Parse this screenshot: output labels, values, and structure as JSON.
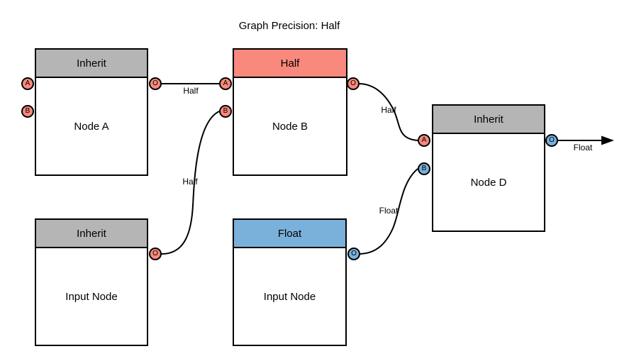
{
  "title": "Graph Precision: Half",
  "colors": {
    "inherit": "#B5B5B5",
    "half": "#F8897C",
    "float": "#79B1DB",
    "stroke": "#000000",
    "background": "#FFFFFF"
  },
  "nodes": [
    {
      "name": "Node A",
      "precision": "Inherit",
      "ports": {
        "a": "A",
        "b": "B",
        "out": "O"
      }
    },
    {
      "name": "Node B",
      "precision": "Half",
      "ports": {
        "a": "A",
        "b": "B",
        "out": "O"
      }
    },
    {
      "name": "Node D",
      "precision": "Inherit",
      "ports": {
        "a": "A",
        "b": "B",
        "out": "O"
      }
    },
    {
      "name": "Input Node",
      "precision": "Inherit",
      "ports": {
        "out": "O"
      }
    },
    {
      "name": "Input Node",
      "precision": "Float",
      "ports": {
        "out": "O"
      }
    }
  ],
  "edges": [
    {
      "label": "Half",
      "from": "node-a-output",
      "to": "node-b-input-a"
    },
    {
      "label": "Half",
      "from": "input-node-inherit-output",
      "to": "node-b-input-b"
    },
    {
      "label": "Half",
      "from": "node-b-output",
      "to": "node-d-input-a"
    },
    {
      "label": "Float",
      "from": "input-node-float-output",
      "to": "node-d-input-b"
    },
    {
      "label": "Float",
      "from": "node-d-output",
      "to": "graph-output-arrow"
    }
  ]
}
